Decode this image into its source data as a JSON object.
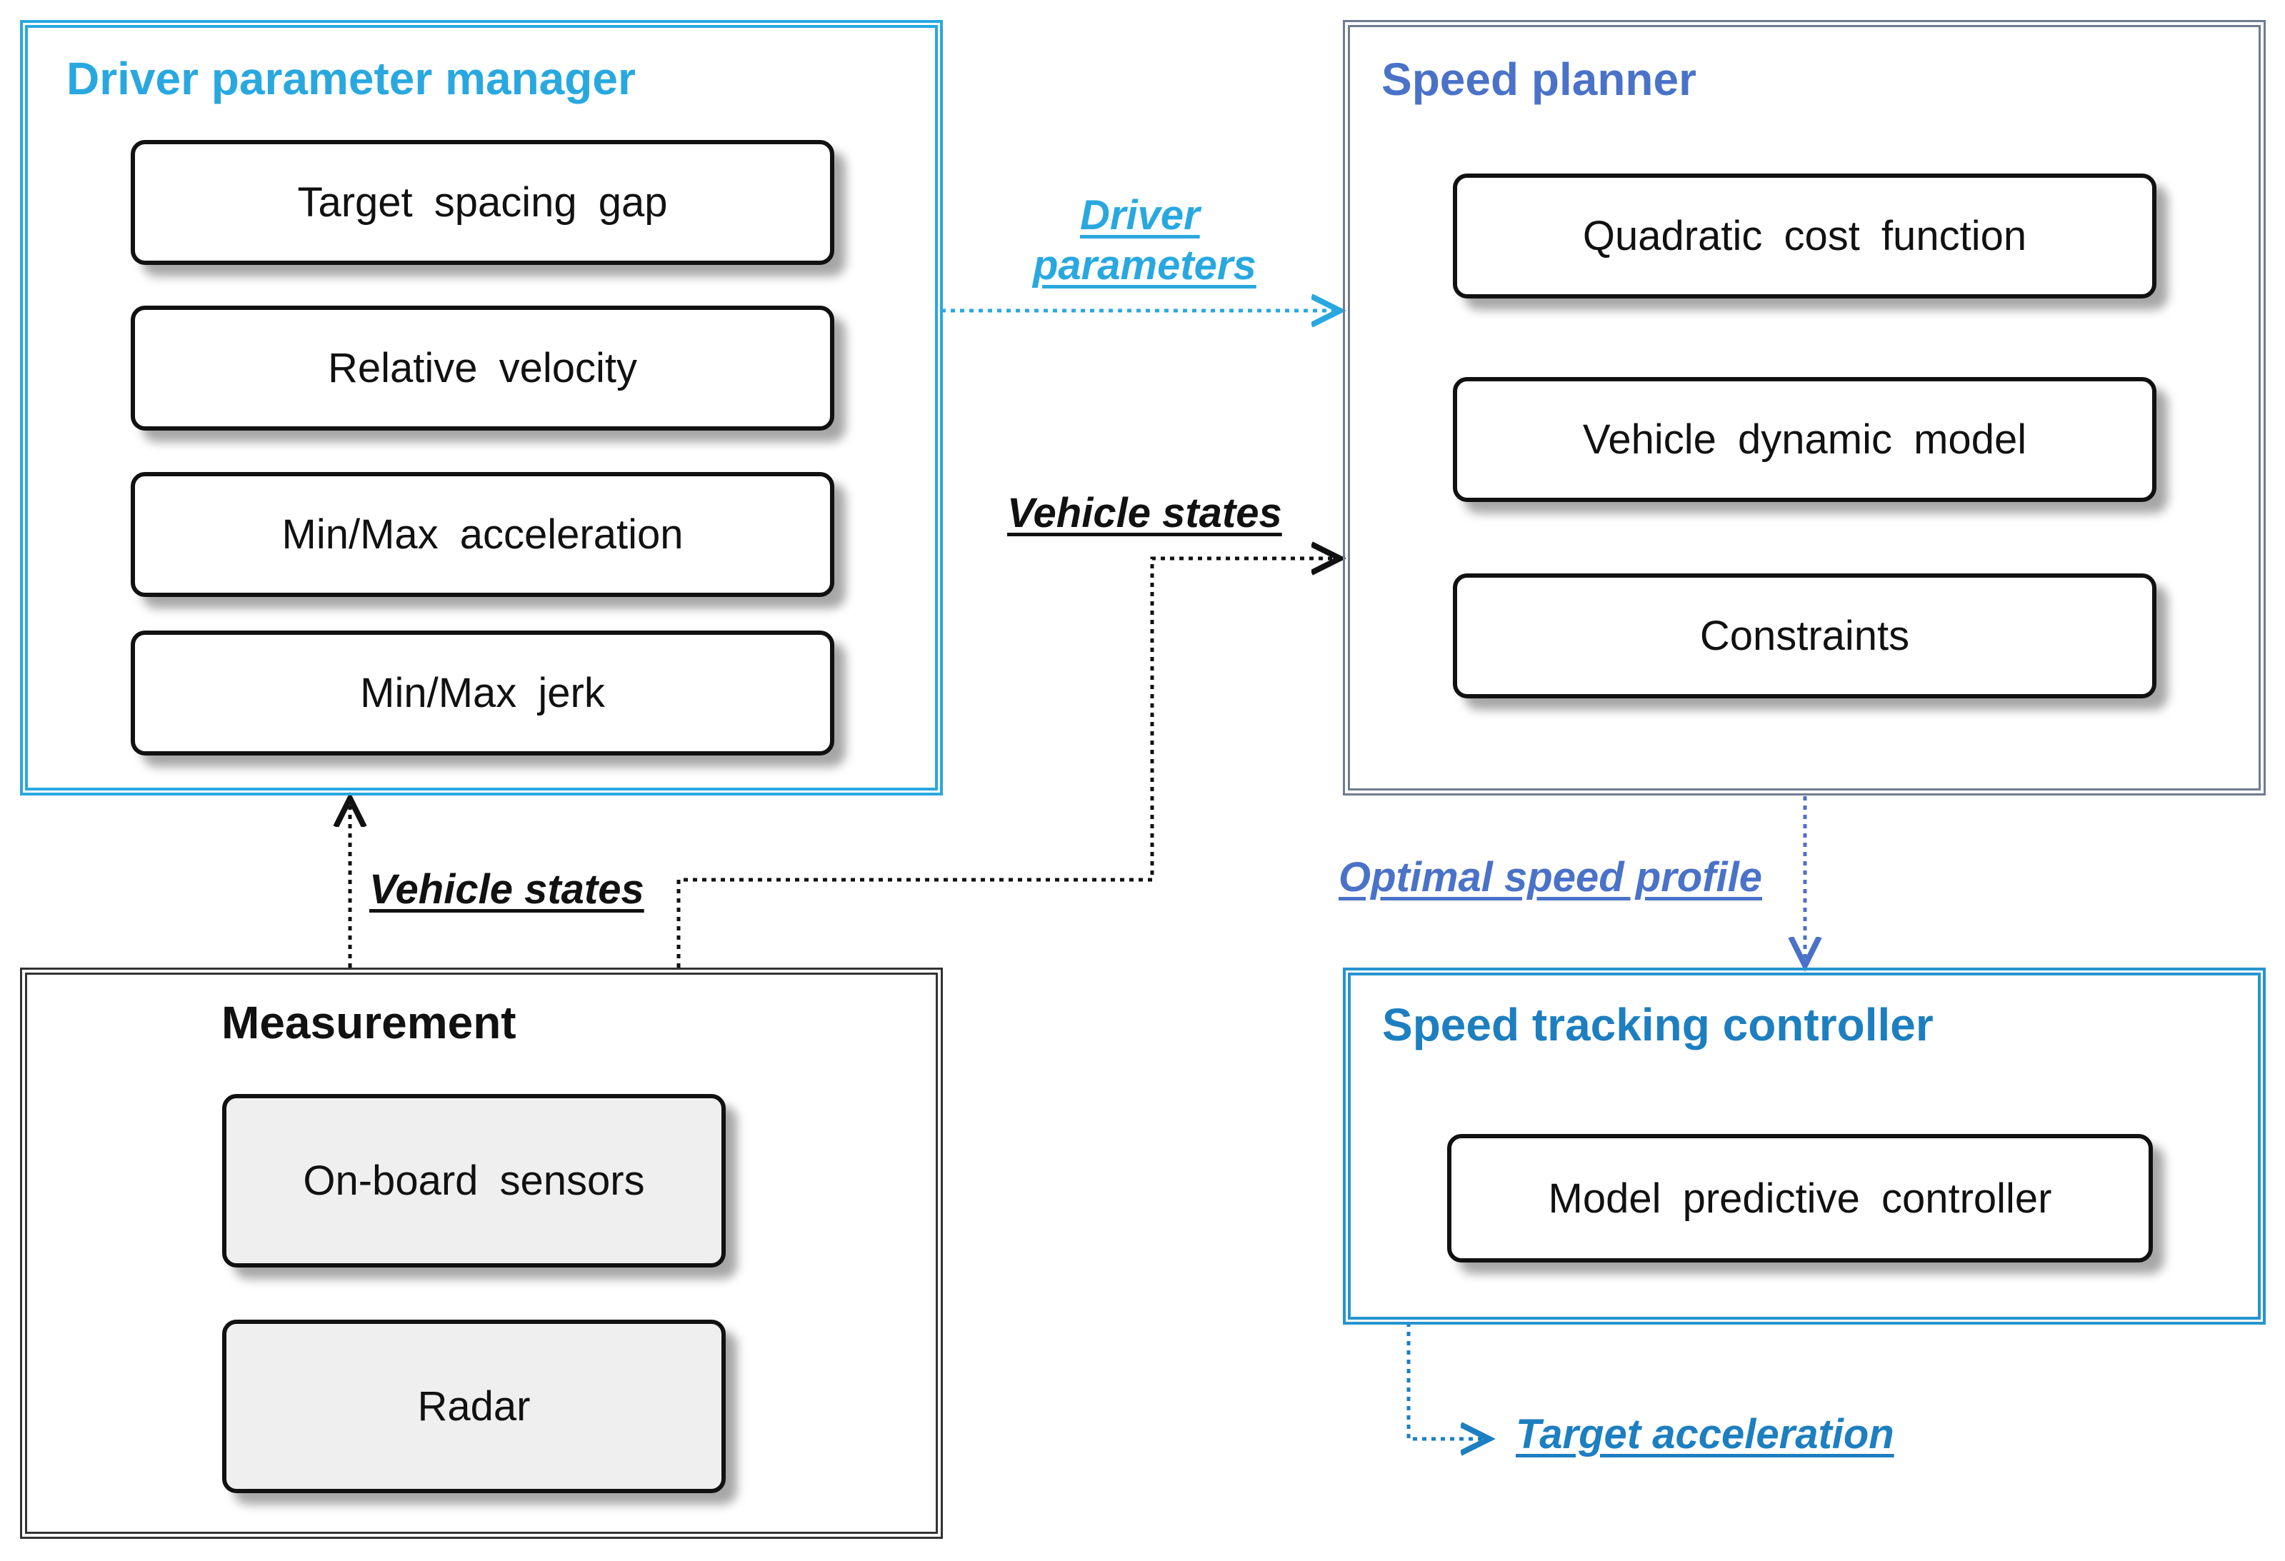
{
  "colors": {
    "driver_group": "#29a8e0",
    "planner_group": "#6f7b91",
    "planner_title": "#4a72c8",
    "tracking_group": "#2694cf",
    "tracking_title": "#1d7fc0",
    "measurement_group": "#333333",
    "driver_arrow": "#29a8e0",
    "vehicle_arrow": "#111111",
    "speed_arrow": "#4a72c8",
    "target_arrow": "#1d7fc0"
  },
  "driver_manager": {
    "title": "Driver parameter manager",
    "items": [
      "Target spacing gap",
      "Relative velocity",
      "Min/Max acceleration",
      "Min/Max jerk"
    ]
  },
  "speed_planner": {
    "title": "Speed planner",
    "items": [
      "Quadratic cost function",
      "Vehicle dynamic model",
      "Constraints"
    ]
  },
  "measurement": {
    "title": "Measurement",
    "items": [
      "On-board sensors",
      "Radar"
    ]
  },
  "speed_tracking": {
    "title": "Speed tracking controller",
    "items": [
      "Model predictive controller"
    ]
  },
  "edges": {
    "driver_parameters_line1": "Driver",
    "driver_parameters_line2": "parameters",
    "vehicle_states_to_planner": "Vehicle states",
    "vehicle_states_to_driver": "Vehicle states",
    "optimal_speed_profile": "Optimal speed profile",
    "target_acceleration": "Target acceleration"
  }
}
